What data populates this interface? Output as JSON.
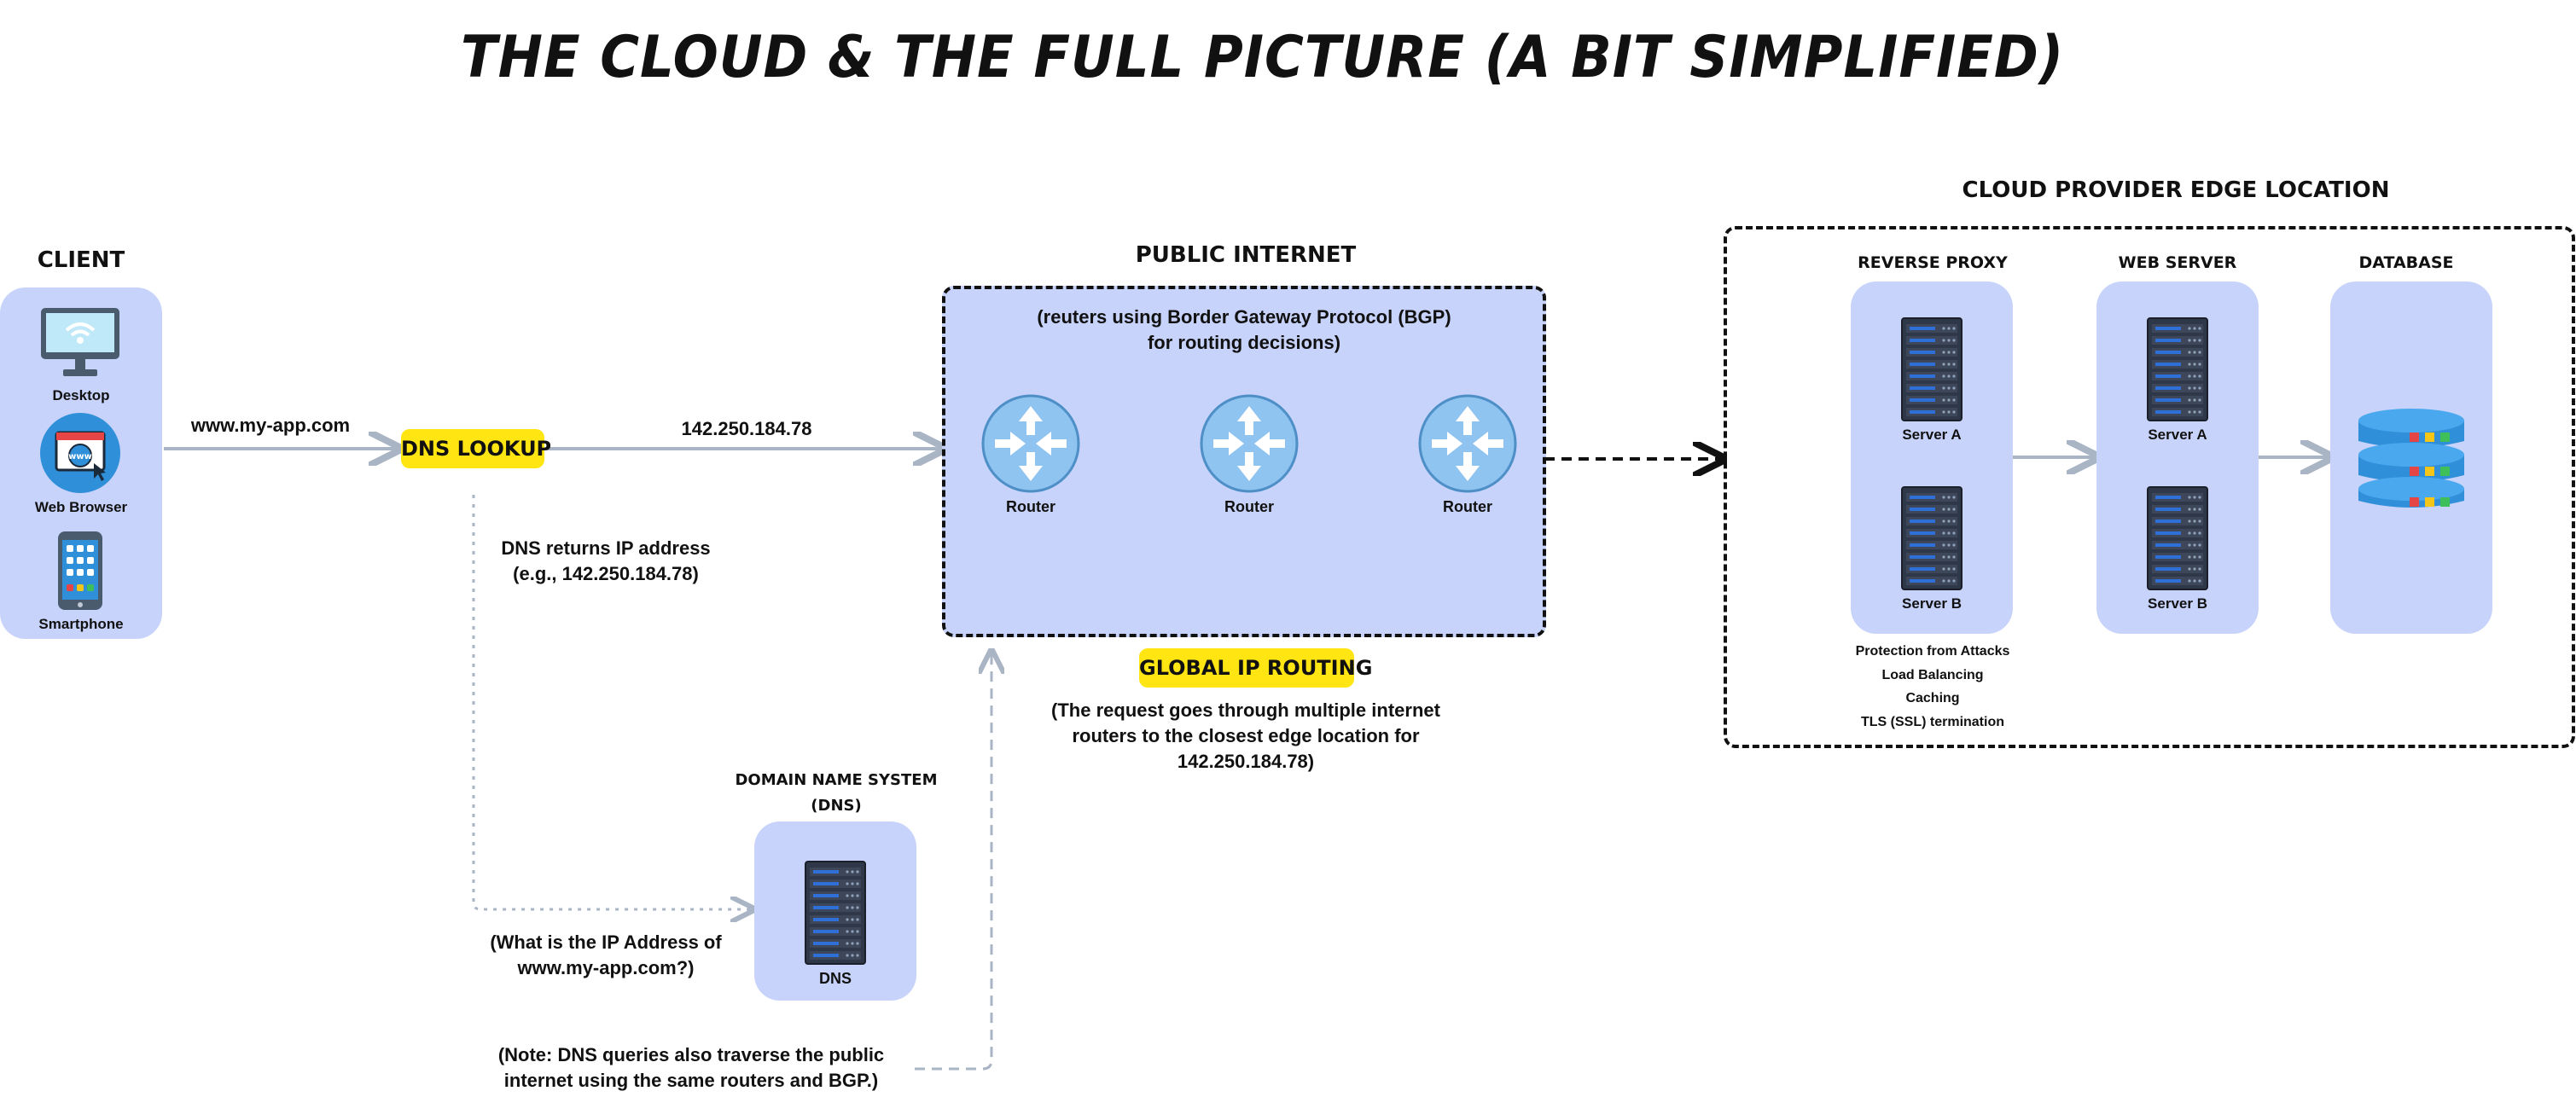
{
  "title": "The Cloud & The Full Picture (A Bit Simplified)",
  "client": {
    "heading": "CLIENT",
    "devices": [
      {
        "label": "Desktop",
        "icon": "desktop-icon"
      },
      {
        "label": "Web Browser",
        "icon": "web-browser-icon"
      },
      {
        "label": "Smartphone",
        "icon": "smartphone-icon"
      }
    ]
  },
  "flow": {
    "domain_label": "www.my-app.com",
    "ip_label": "142.250.184.78",
    "dns_lookup_tag": "DNS LOOKUP",
    "dns_returns": [
      "DNS returns IP address",
      "(e.g., 142.250.184.78)"
    ],
    "dns_question": [
      "(What is the IP Address of",
      "www.my-app.com?)"
    ],
    "dns_note": [
      "(Note: DNS queries also traverse the public",
      "internet using the same routers and BGP.)"
    ]
  },
  "dns": {
    "heading": [
      "DOMAIN NAME SYSTEM",
      "(DNS)"
    ],
    "server_label": "DNS"
  },
  "internet": {
    "heading": "PUBLIC INTERNET",
    "subtitle": [
      "(reuters using Border Gateway Protocol (BGP)",
      "for routing decisions)"
    ],
    "routers": [
      "Router",
      "Router",
      "Router"
    ],
    "routing_tag": "GLOBAL IP ROUTING",
    "routing_note": [
      "(The request goes through multiple internet",
      "routers to the closest edge location for",
      "142.250.184.78)"
    ]
  },
  "edge": {
    "heading": "CLOUD PROVIDER EDGE LOCATION",
    "reverse_proxy": {
      "heading": "REVERSE PROXY",
      "servers": [
        "Server A",
        "Server B"
      ],
      "features": [
        "Protection from Attacks",
        "Load Balancing",
        "Caching",
        "TLS (SSL) termination"
      ]
    },
    "web_server": {
      "heading": "WEB SERVER",
      "servers": [
        "Server A",
        "Server B"
      ]
    },
    "database": {
      "heading": "DATABASE",
      "icon": "database-icon"
    }
  },
  "colors": {
    "panel": "#c7d3fa",
    "accent_tag": "#ffe512",
    "router": "#8fc4f0",
    "arrow": "#a9b4c4",
    "server": "#2f3848",
    "db_blue": "#2f8fd8"
  }
}
